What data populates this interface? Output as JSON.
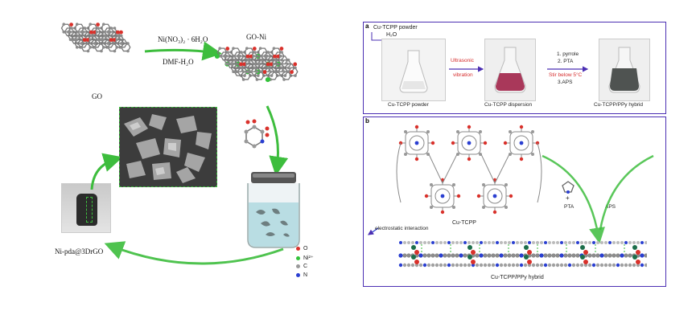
{
  "left": {
    "go_label": "GO",
    "go_ni_label": "GO-Ni",
    "reaction_top": "Ni(NO₃)₂ · 6H₂O",
    "reaction_bottom": "DMF-H₂O",
    "product_label": "Ni-pda@3DrGO",
    "legend": [
      {
        "label": "O",
        "color": "#d9312b"
      },
      {
        "label": "Ni²⁺",
        "color": "#33c23a"
      },
      {
        "label": "C",
        "color": "#9a9a9a"
      },
      {
        "label": "N",
        "color": "#2a3fd1"
      }
    ],
    "accent_color": "#3dbd3d"
  },
  "right": {
    "frame_color": "#4b2fb3",
    "panel_a": {
      "tag": "a",
      "reagent_line1": "Cu-TCPP powder",
      "reagent_line2": "H₂O",
      "steps": [
        {
          "caption": "Cu-TCPP powder"
        },
        {
          "caption": "Cu-TCPP dispersion"
        },
        {
          "caption": "Cu-TCPP/PPy hybrid"
        }
      ],
      "arrow1_line1": "Ultrasonic",
      "arrow1_line2": "vibration",
      "arrow2_line1": "1. pyrrole",
      "arrow2_line2": "2. PTA",
      "arrow2_line3": "Stir below 5°C",
      "arrow2_line4": "3.APS"
    },
    "panel_b": {
      "tag": "b",
      "framework_label": "Cu-TCPP",
      "pta_label": "PTA",
      "plus": "+",
      "aps_label": "APS",
      "interaction_label": "electrostatic interaction",
      "hybrid_label": "Cu-TCPP/PPy hybrid"
    }
  }
}
